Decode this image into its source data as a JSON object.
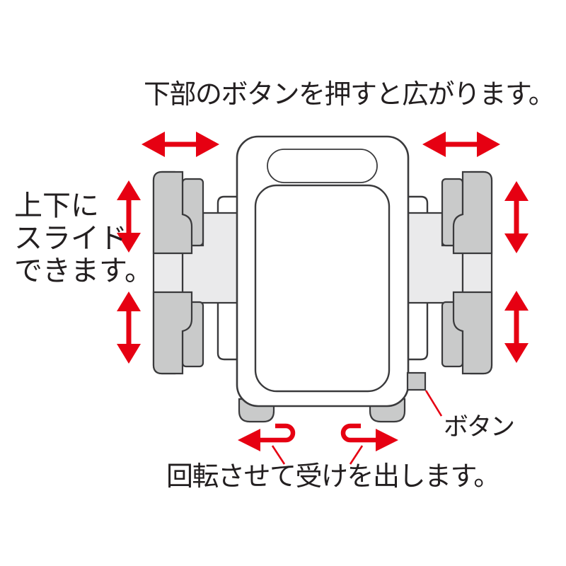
{
  "diagram": {
    "description": "Instruction diagram of a clamp-style device holder (rear view) with red motion arrows",
    "labels": {
      "top_instruction": "下部のボタンを押すと広がります。",
      "side_instruction": "上下に\nスライド\nできます。",
      "button_label": "ボタン",
      "bottom_instruction": "回転させて受けを出します。"
    },
    "icons": {
      "expand_arrow": "↔ red horizontal double-headed arrow (left and right of top)",
      "slide_arrow": "↕ red vertical double-headed arrow (two per side)",
      "rotate_arrow": "↩ red hooked rotation arrow (two at bottom feet)",
      "leader_line": "red pointer line"
    }
  },
  "colors": {
    "accent_red": "#e60012",
    "ink": "#231f20",
    "line": "#3a3a3c",
    "gray_mid": "#c9caca",
    "gray_light": "#eaeaeb",
    "white": "#ffffff"
  }
}
